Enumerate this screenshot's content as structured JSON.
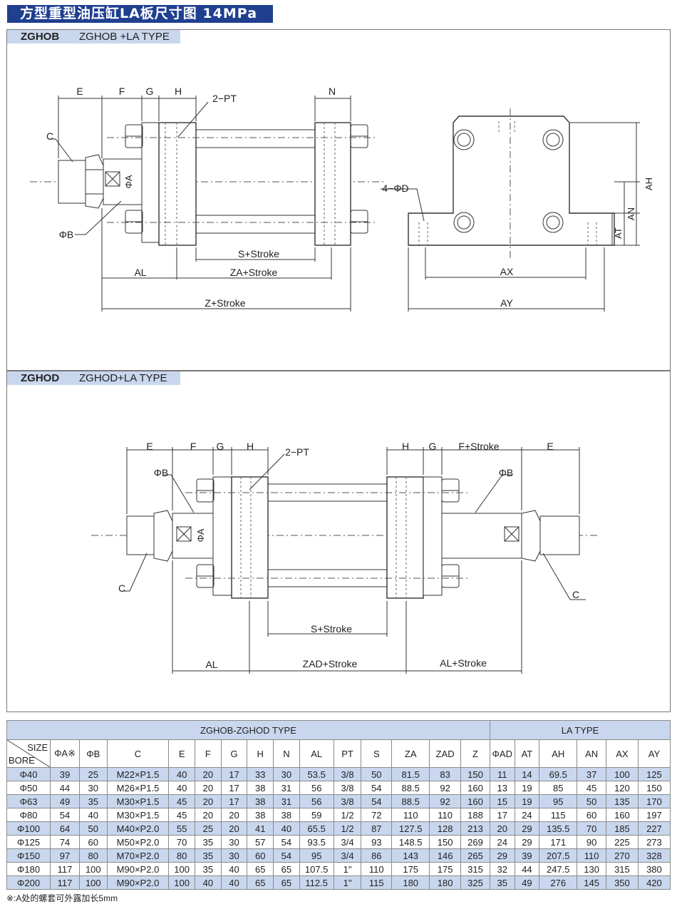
{
  "title": "方型重型油压缸LA板尺寸图 14MPa",
  "panel1": {
    "code": "ZGHOB",
    "type": "ZGHOB +LA TYPE"
  },
  "panel2": {
    "code": "ZGHOD",
    "type": "ZGHOD+LA TYPE"
  },
  "labels1": {
    "E": "E",
    "F": "F",
    "G": "G",
    "H": "H",
    "N": "N",
    "PT": "2−PT",
    "C": "C",
    "A": "ΦA",
    "B": "ΦB",
    "S": "S+Stroke",
    "AL": "AL",
    "ZA": "ZA+Stroke",
    "Z": "Z+Stroke",
    "D": "4−ΦD",
    "AH": "AH",
    "AN": "AN",
    "AT": "AT",
    "AX": "AX",
    "AY": "AY"
  },
  "labels2": {
    "E1": "E",
    "F1": "F",
    "G1": "G",
    "H1": "H",
    "PT": "2−PT",
    "H2": "H",
    "G2": "G",
    "F2": "F+Stroke",
    "E2": "E",
    "B1": "ΦB",
    "B2": "ΦB",
    "A": "ΦA",
    "C1": "C",
    "C2": "C",
    "S": "S+Stroke",
    "AL": "AL",
    "ZAD": "ZAD+Stroke",
    "AL2": "AL+Stroke"
  },
  "table": {
    "group_left": "ZGHOB-ZGHOD TYPE",
    "group_right": "LA TYPE",
    "corner_size": "SIZE",
    "corner_bore": "BORE",
    "columns": [
      "ΦA※",
      "ΦB",
      "C",
      "E",
      "F",
      "G",
      "H",
      "N",
      "AL",
      "PT",
      "S",
      "ZA",
      "ZAD",
      "Z",
      "ΦAD",
      "AT",
      "AH",
      "AN",
      "AX",
      "AY"
    ],
    "rows": [
      [
        "Φ40",
        "39",
        "25",
        "M22×P1.5",
        "40",
        "20",
        "17",
        "33",
        "30",
        "53.5",
        "3/8",
        "50",
        "81.5",
        "83",
        "150",
        "11",
        "14",
        "69.5",
        "37",
        "100",
        "125"
      ],
      [
        "Φ50",
        "44",
        "30",
        "M26×P1.5",
        "40",
        "20",
        "17",
        "38",
        "31",
        "56",
        "3/8",
        "54",
        "88.5",
        "92",
        "160",
        "13",
        "19",
        "85",
        "45",
        "120",
        "150"
      ],
      [
        "Φ63",
        "49",
        "35",
        "M30×P1.5",
        "45",
        "20",
        "17",
        "38",
        "31",
        "56",
        "3/8",
        "54",
        "88.5",
        "92",
        "160",
        "15",
        "19",
        "95",
        "50",
        "135",
        "170"
      ],
      [
        "Φ80",
        "54",
        "40",
        "M30×P1.5",
        "45",
        "20",
        "20",
        "38",
        "38",
        "59",
        "1/2",
        "72",
        "110",
        "110",
        "188",
        "17",
        "24",
        "115",
        "60",
        "160",
        "197"
      ],
      [
        "Φ100",
        "64",
        "50",
        "M40×P2.0",
        "55",
        "25",
        "20",
        "41",
        "40",
        "65.5",
        "1/2",
        "87",
        "127.5",
        "128",
        "213",
        "20",
        "29",
        "135.5",
        "70",
        "185",
        "227"
      ],
      [
        "Φ125",
        "74",
        "60",
        "M50×P2.0",
        "70",
        "35",
        "30",
        "57",
        "54",
        "93.5",
        "3/4",
        "93",
        "148.5",
        "150",
        "269",
        "24",
        "29",
        "171",
        "90",
        "225",
        "273"
      ],
      [
        "Φ150",
        "97",
        "80",
        "M70×P2.0",
        "80",
        "35",
        "30",
        "60",
        "54",
        "95",
        "3/4",
        "86",
        "143",
        "146",
        "265",
        "29",
        "39",
        "207.5",
        "110",
        "270",
        "328"
      ],
      [
        "Φ180",
        "117",
        "100",
        "M90×P2.0",
        "100",
        "35",
        "40",
        "65",
        "65",
        "107.5",
        "1\"",
        "110",
        "175",
        "175",
        "315",
        "32",
        "44",
        "247.5",
        "130",
        "315",
        "380"
      ],
      [
        "Φ200",
        "117",
        "100",
        "M90×P2.0",
        "100",
        "40",
        "40",
        "65",
        "65",
        "112.5",
        "1\"",
        "115",
        "180",
        "180",
        "325",
        "35",
        "49",
        "276",
        "145",
        "350",
        "420"
      ]
    ]
  },
  "note": "※:A处的螺套可外露加长5mm"
}
